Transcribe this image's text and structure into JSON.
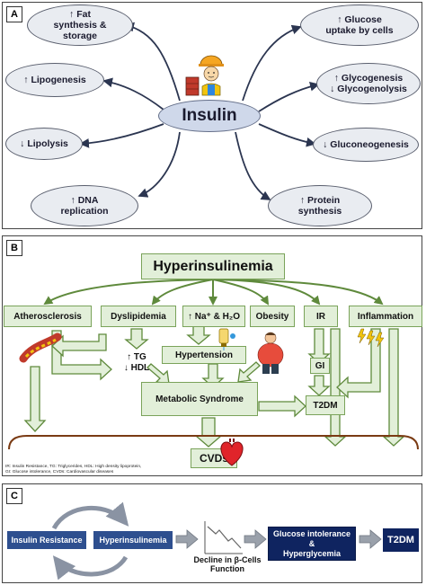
{
  "panelA": {
    "label": "A",
    "center": "Insulin",
    "nodes": {
      "fat": "↑ Fat\nsynthesis &\nstorage",
      "lipogenesis": "↑ Lipogenesis",
      "lipolysis": "↓ Lipolysis",
      "dna": "↑ DNA\nreplication",
      "glucose": "↑ Glucose\nuptake by cells",
      "glyco": "↑ Glycogenesis\n↓ Glycogenolysis",
      "gluconeo": "↓ Gluconeogenesis",
      "protein": "↑ Protein\nsynthesis"
    }
  },
  "panelB": {
    "label": "B",
    "title": "Hyperinsulinemia",
    "nodes": {
      "athero": "Atherosclerosis",
      "dyslip": "Dyslipidemia",
      "sodium": "↑ Na⁺ & H₂O",
      "obesity": "Obesity",
      "ir": "IR",
      "inflammation": "Inflammation",
      "hypertension": "Hypertension",
      "tg_hdl": "↑ TG\n↓ HDL",
      "gi": "GI",
      "metabolic": "Metabolic Syndrome",
      "t2dm": "T2DM",
      "cvds": "CVDs"
    },
    "note": "IR: Insulin Resistance, TG: Triglycerides, HDL: High density lipoprotein,\nGI: Glucose intolerance, CVDs: Cardiovascular diseases"
  },
  "panelC": {
    "label": "C",
    "ir": "Insulin Resistance",
    "hyper": "Hyperinsulinemia",
    "decline": "Decline in β-Cells\nFunction",
    "glucose": "Glucose intolerance\n&\nHyperglycemia",
    "t2dm": "T2DM"
  },
  "colors": {
    "ellipse_fill": "#e9ecf1",
    "green_fill": "#e2efd9",
    "green_stroke": "#5f8a3c",
    "blue_box": "#2e4f8f",
    "navy_box": "#0f2460",
    "brown_line": "#7a3b14"
  },
  "icons": [
    "worker-icon",
    "artery-icon",
    "infusion-icon",
    "obese-man-icon",
    "lightning-icon",
    "heart-icon",
    "declining-chart-icon"
  ]
}
